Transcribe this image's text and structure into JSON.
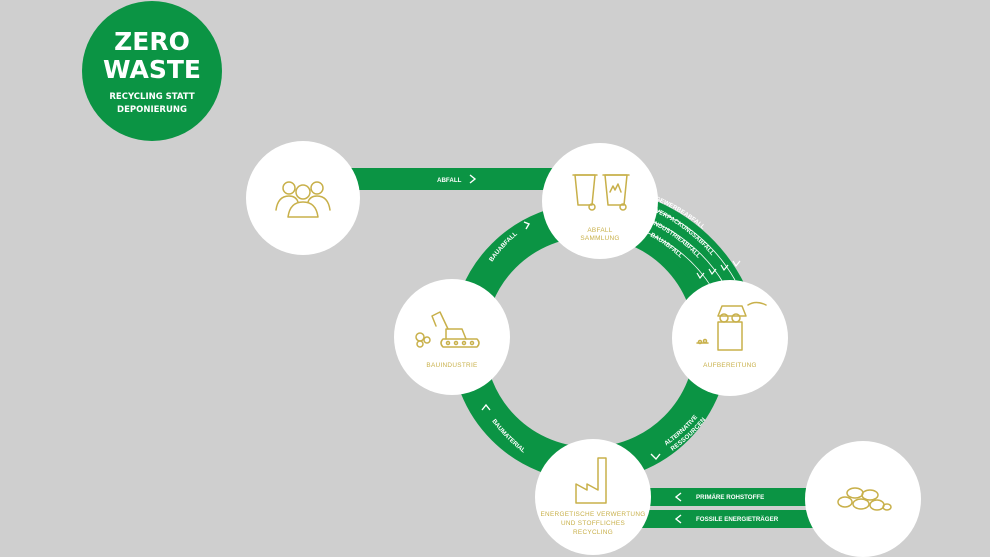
{
  "colors": {
    "background": "#cfcfcf",
    "green": "#0b9444",
    "node_fill": "#ffffff",
    "icon_gold": "#c8b04a"
  },
  "badge": {
    "line1": "ZERO",
    "line2": "WASTE",
    "sub1": "RECYCLING STATT",
    "sub2": "DEPONIERUNG"
  },
  "nodes": {
    "people": {
      "icon": "people-group-icon"
    },
    "collection": {
      "label1": "ABFALL",
      "label2": "SAMMLUNG",
      "icon": "waste-bins-icon"
    },
    "processing": {
      "label1": "AUFBEREITUNG",
      "icon": "crusher-machine-icon"
    },
    "construction": {
      "label1": "BAUINDUSTRIE",
      "icon": "excavator-icon"
    },
    "energy": {
      "label1": "ENERGETISCHE VERWERTUNG",
      "label2": "UND STOFFLICHES",
      "label3": "RECYCLING",
      "icon": "factory-icon"
    },
    "raw": {
      "icon": "raw-materials-rocks-icon"
    }
  },
  "flows": {
    "abfall": "ABFALL",
    "bauabfall": "BAUABFALL",
    "gewerbeabfall": "GEWERBEABFALL",
    "verpackungsabfall": "VERPACKUNGSABFALL",
    "industrieabfall": "INDUSTRIEABFALL",
    "bauabfall2": "BAUABFALL",
    "alternative1": "ALTERNATIVE",
    "alternative2": "RESSOURCEN",
    "baumaterial": "BAUMATERIAL",
    "primaer": "PRIMÄRE ROHSTOFFE",
    "fossil": "FOSSILE ENERGIETRÄGER"
  }
}
